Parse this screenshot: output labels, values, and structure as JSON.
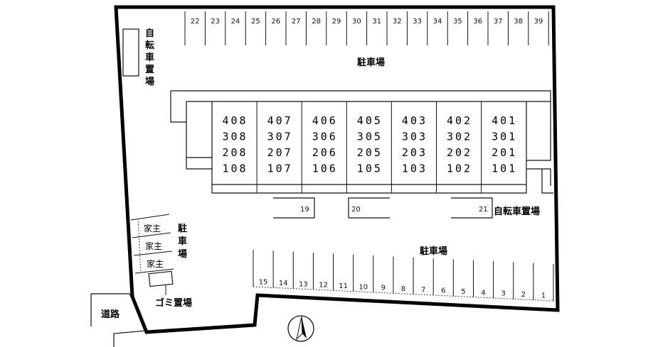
{
  "labels": {
    "bicycle_parking_top": "自転車置場",
    "bicycle_parking_right": "自転車置場",
    "parking_top": "駐車場",
    "parking_bottom": "駐車場",
    "parking_left": "駐車場",
    "garbage": "ゴミ置場",
    "road": "道路"
  },
  "top_spaces": [
    "22",
    "23",
    "24",
    "25",
    "26",
    "27",
    "28",
    "29",
    "30",
    "31",
    "32",
    "33",
    "34",
    "35",
    "36",
    "37",
    "38",
    "39"
  ],
  "bottom_spaces": [
    "15",
    "14",
    "13",
    "12",
    "11",
    "10",
    "9",
    "8",
    "7",
    "6",
    "5",
    "4",
    "3",
    "2",
    "1"
  ],
  "middle_spaces": [
    "19",
    "20",
    "21"
  ],
  "owner_spaces": [
    "家主",
    "家主",
    "家主"
  ],
  "room_columns": [
    [
      "408",
      "308",
      "208",
      "108"
    ],
    [
      "407",
      "307",
      "207",
      "107"
    ],
    [
      "406",
      "306",
      "206",
      "106"
    ],
    [
      "405",
      "305",
      "205",
      "105"
    ],
    [
      "403",
      "303",
      "203",
      "103"
    ],
    [
      "402",
      "302",
      "202",
      "102"
    ],
    [
      "401",
      "301",
      "201",
      "101"
    ]
  ]
}
